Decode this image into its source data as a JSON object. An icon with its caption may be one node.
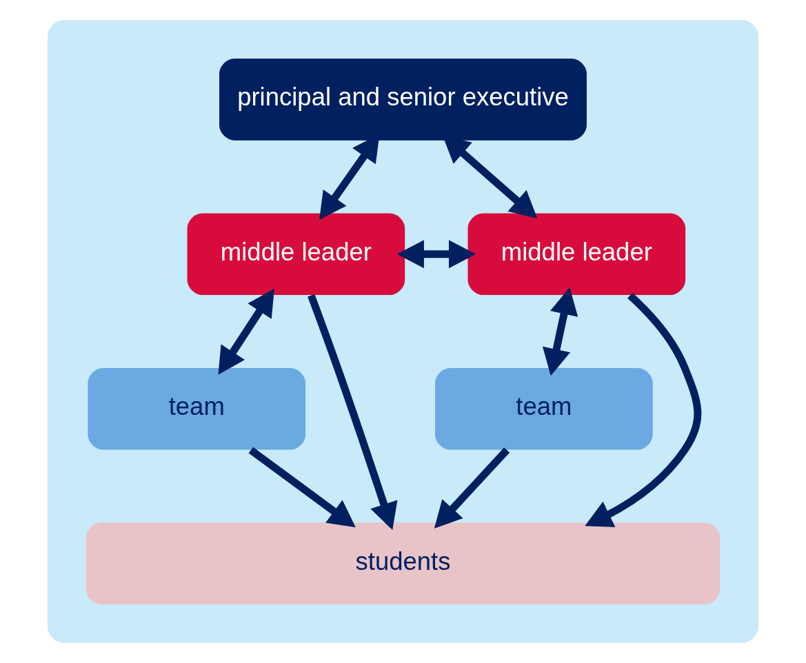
{
  "diagram": {
    "nodes": [
      {
        "text": [],
        "shape": "house"
      },
      {
        "text": [
          "principal and senior executive"
        ],
        "in": 0
      },
      {
        "text": [
          "middle leader"
        ],
        "in": 0
      },
      {
        "text": [
          "middle leader"
        ],
        "in": 0
      },
      {
        "text": [
          "team"
        ],
        "in": 0
      },
      {
        "text": [
          "team"
        ],
        "in": 0
      },
      {
        "text": [
          "students"
        ],
        "in": 0
      }
    ],
    "edges": [
      {
        "from": 1,
        "to": 2,
        "arrow": "both"
      },
      {
        "from": 1,
        "to": 3,
        "arrow": "both"
      },
      {
        "from": 2,
        "to": 4,
        "arrow": "both"
      },
      {
        "from": 2,
        "to": 3,
        "arrow": "both"
      },
      {
        "from": 3,
        "to": 5,
        "arrow": "both"
      },
      {
        "from": 4,
        "to": 6,
        "arrow": "to"
      },
      {
        "from": 2,
        "to": 6,
        "arrow": "to"
      },
      {
        "from": 3,
        "to": 6,
        "arrow": "to"
      },
      {
        "from": 5,
        "to": 6,
        "arrow": "to"
      }
    ]
  }
}
